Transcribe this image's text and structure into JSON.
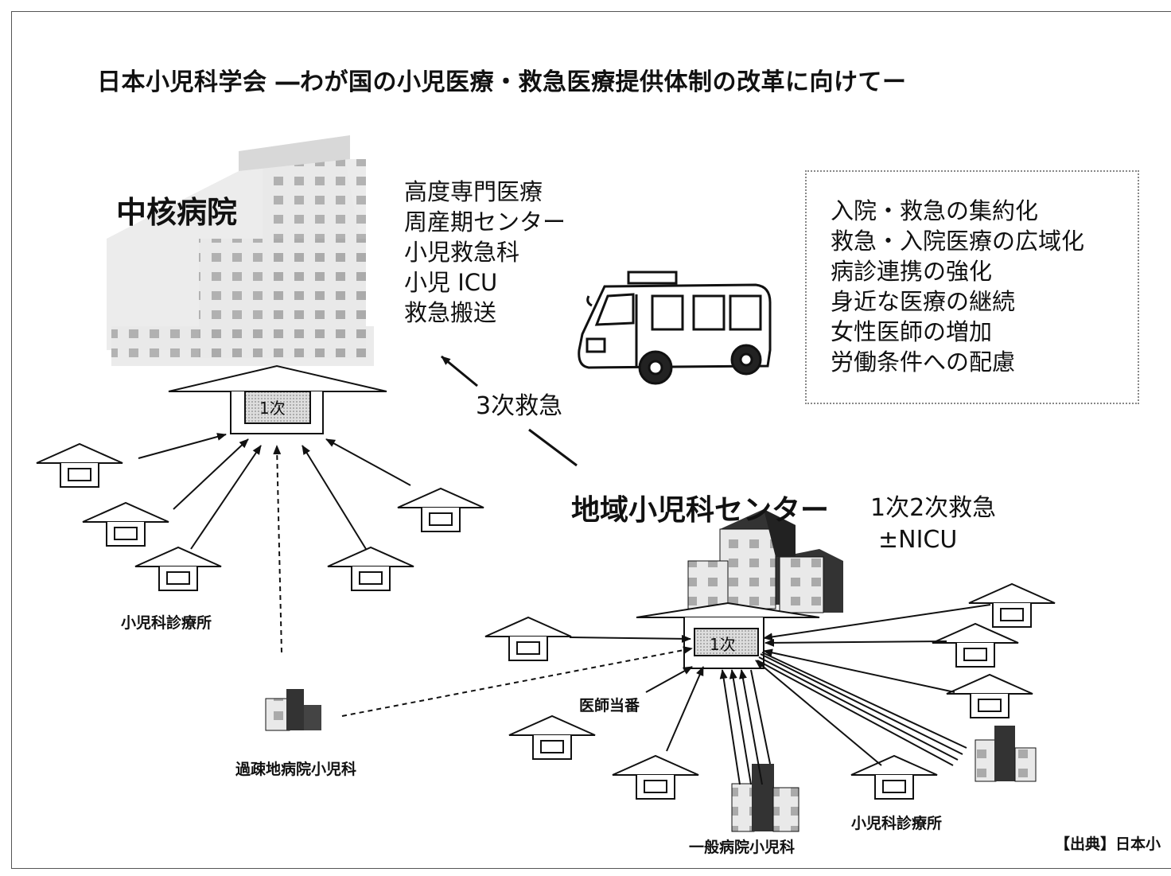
{
  "title": "日本小児科学会 ―わが国の小児医療・救急医療提供体制の改革に向けてー",
  "core_hospital": {
    "name": "中核病院",
    "services": [
      "高度専門医療",
      "周産期センター",
      "小児救急科",
      "小児 ICU",
      "救急搬送"
    ],
    "primary_box_label": "1次"
  },
  "tertiary_label": "3次救急",
  "policy_box": {
    "items": [
      "入院・救急の集約化",
      "救急・入院医療の広域化",
      "病診連携の強化",
      "身近な医療の継続",
      "女性医師の増加",
      "労働条件への配慮"
    ]
  },
  "regional_center": {
    "name": "地域小児科センター",
    "services_line1": "1次2次救急",
    "services_line2": "±NICU",
    "primary_box_label": "1次"
  },
  "labels": {
    "clinic_left": "小児科診療所",
    "rural_hospital": "過疎地病院小児科",
    "doctor_duty": "医師当番",
    "general_hospital": "一般病院小児科",
    "clinic_right": "小児科診療所"
  },
  "source": "【出典】日本小"
}
